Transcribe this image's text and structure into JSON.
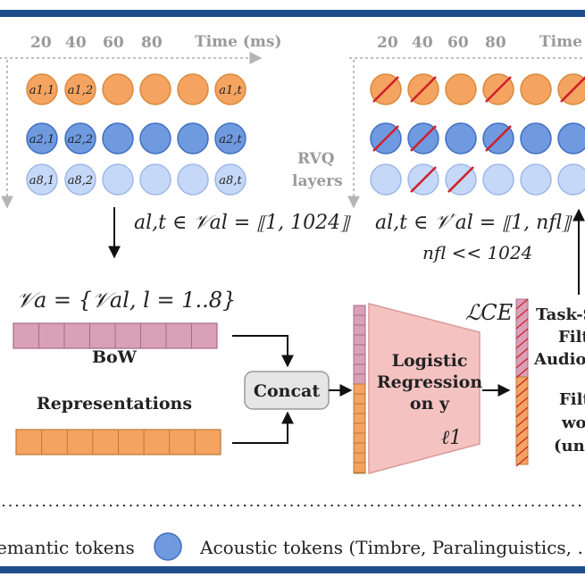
{
  "colors": {
    "frame": "#1f4e8c",
    "orange": "#f4a460",
    "orange_stroke": "#d98a3d",
    "blue": "#6f9ae0",
    "blue_stroke": "#3f6fc0",
    "lightblue": "#c6d8f7",
    "lightblue_stroke": "#9db8e8",
    "pink": "#d9a0b8",
    "salmon": "#f5c2c2",
    "strike": "#d0202a"
  },
  "left_panel": {
    "time_ticks": [
      "20",
      "40",
      "60",
      "80"
    ],
    "time_label": "Time (ms)",
    "token_labels": {
      "r1": [
        "a1,1",
        "a1,2",
        "a1,t"
      ],
      "r2": [
        "a2,1",
        "a2,2",
        "a2,t"
      ],
      "r3": [
        "a8,1",
        "a8,2",
        "a8,t"
      ]
    },
    "vocab_formula": "al,t ∈ 𝒱al = ⟦1, 1024⟧"
  },
  "right_panel": {
    "time_ticks": [
      "20",
      "40",
      "60",
      "80"
    ],
    "time_label": "Time",
    "rvq_label_1": "RVQ",
    "rvq_label_2": "layers",
    "vocab_formula": "al,t ∈ 𝒱′al = ⟦1, nfl⟧",
    "constraint": "nfl << 1024"
  },
  "bow": {
    "vocab_set": "𝒱a = {𝒱al, l = 1..8}",
    "label_1": "BoW",
    "label_2": "Representations"
  },
  "concat": {
    "label": "Concat"
  },
  "logreg": {
    "line_1": "Logistic",
    "line_2": "Regression",
    "line_3": "on y",
    "reg": "ℓ1",
    "loss": "ℒCE"
  },
  "output": {
    "line_1": "Task-S",
    "line_2": "Filt",
    "line_3": "Audio",
    "line_4": "Filt",
    "line_5": "wo",
    "line_6": "(unu"
  },
  "legend": {
    "semantic": "emantic tokens",
    "acoustic": "Acoustic tokens (Timbre, Paralinguistics, …"
  }
}
